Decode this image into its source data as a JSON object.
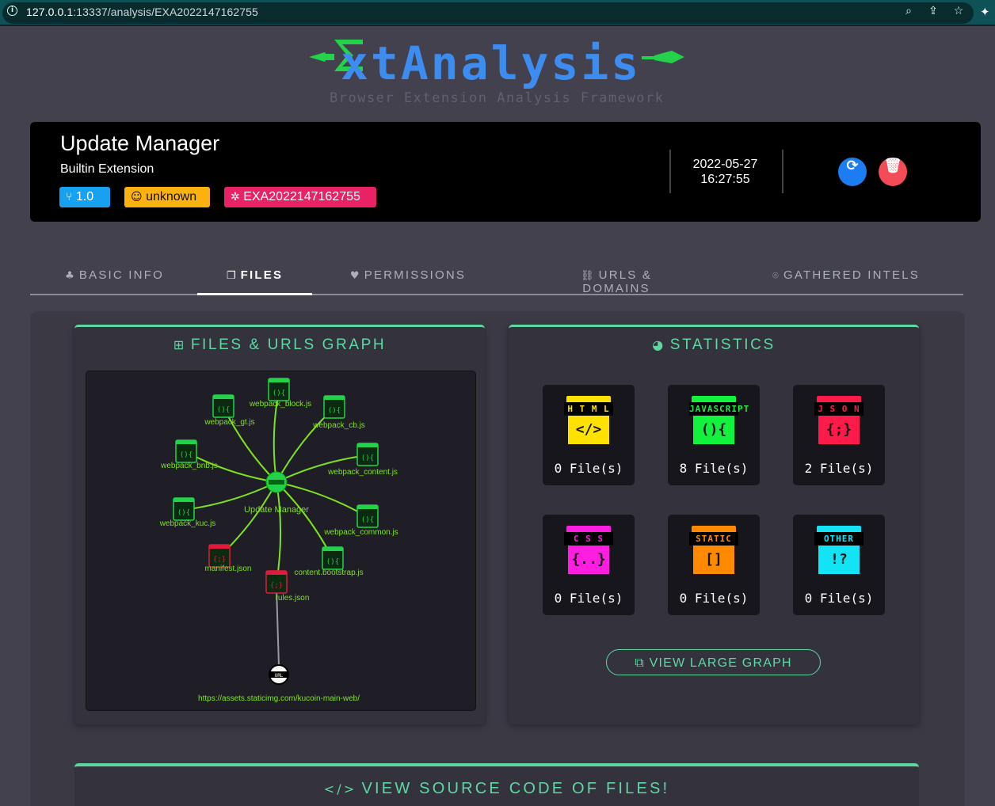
{
  "browser": {
    "url_host": "127.0.0.1",
    "url_rest": ":13337/analysis/EXA2022147162755",
    "info_icon": "info-icon",
    "tools": [
      "zoom-icon",
      "share-icon",
      "star-icon"
    ],
    "ext_icon": "puzzle-icon"
  },
  "logo": {
    "text": "xtAnalysis",
    "tagline": "Browser Extension Analysis Framework"
  },
  "header": {
    "name": "Update Manager",
    "type": "Builtin Extension",
    "version": "1.0",
    "author": "unknown",
    "analysis_id": "EXA2022147162755",
    "date": "2022-05-27",
    "time": "16:27:55"
  },
  "tabs": [
    {
      "label": "BASIC INFO",
      "icon": "tree-icon"
    },
    {
      "label": "FILES",
      "icon": "copy-icon",
      "active": true
    },
    {
      "label": "PERMISSIONS",
      "icon": "heart-pulse-icon"
    },
    {
      "label": "URLS & DOMAINS",
      "icon": "link-icon"
    },
    {
      "label": "GATHERED INTELS",
      "icon": "fingerprint-icon"
    }
  ],
  "graph": {
    "title": "FILES & URLS GRAPH",
    "center": "Update Manager",
    "nodes": [
      {
        "label": "webpack_block.js",
        "kind": "js"
      },
      {
        "label": "webpack_cb.js",
        "kind": "js"
      },
      {
        "label": "webpack_content.js",
        "kind": "js"
      },
      {
        "label": "webpack_common.js",
        "kind": "js"
      },
      {
        "label": "content.bootstrap.js",
        "kind": "js"
      },
      {
        "label": "rules.json",
        "kind": "json"
      },
      {
        "label": "manifest.json",
        "kind": "json"
      },
      {
        "label": "webpack_kuc.js",
        "kind": "js"
      },
      {
        "label": "webpack_bnb.js",
        "kind": "js"
      },
      {
        "label": "webpack_gt.js",
        "kind": "js"
      }
    ],
    "url_node": {
      "label": "https://assets.staticimg.com/kucoin-main-web/",
      "badge": "URL"
    }
  },
  "statistics": {
    "title": "STATISTICS",
    "items": [
      {
        "label": "H T M L",
        "glyph": "</>",
        "count": "0 File(s)",
        "color": "#fde200"
      },
      {
        "label": "JAVASCRIPT",
        "glyph": "(){",
        "count": "8 File(s)",
        "color": "#12f23c"
      },
      {
        "label": "J S O N",
        "glyph": "{;}",
        "count": "2 File(s)",
        "color": "#ff1a4a"
      },
      {
        "label": "C S S",
        "glyph": "{..}",
        "count": "0 File(s)",
        "color": "#ff1ee0"
      },
      {
        "label": "STATIC",
        "glyph": "[]",
        "count": "0 File(s)",
        "color": "#ff8a00"
      },
      {
        "label": "OTHER",
        "glyph": "!?",
        "count": "0 File(s)",
        "color": "#12e4f5"
      }
    ],
    "button": "VIEW LARGE GRAPH"
  },
  "source": {
    "title": "VIEW SOURCE CODE OF FILES!"
  },
  "colors": {
    "accent": "#5ed8a1",
    "graph_green": "#7ee21f",
    "graph_red": "#e01a3a"
  }
}
